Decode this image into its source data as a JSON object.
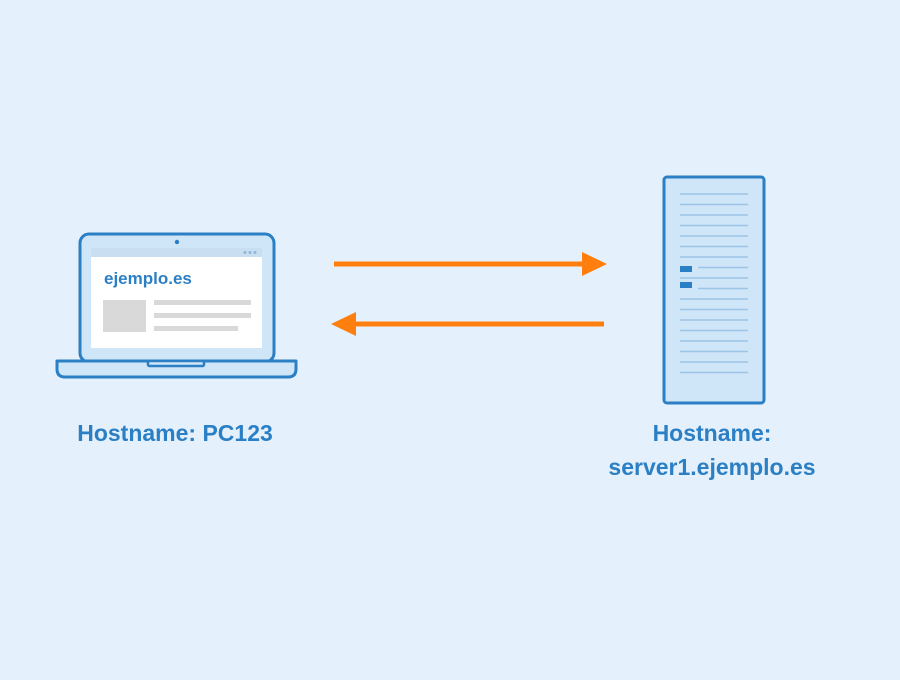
{
  "laptop": {
    "screen_text": "ejemplo.es",
    "hostname_label": "Hostname: PC123"
  },
  "server": {
    "hostname_line1": "Hostname:",
    "hostname_line2": "server1.ejemplo.es"
  },
  "colors": {
    "background": "#e4f0fc",
    "device_outline": "#2b7fc4",
    "device_fill": "#cfe5f8",
    "arrow": "#ff7f0e",
    "label_text": "#2b7fc4"
  }
}
